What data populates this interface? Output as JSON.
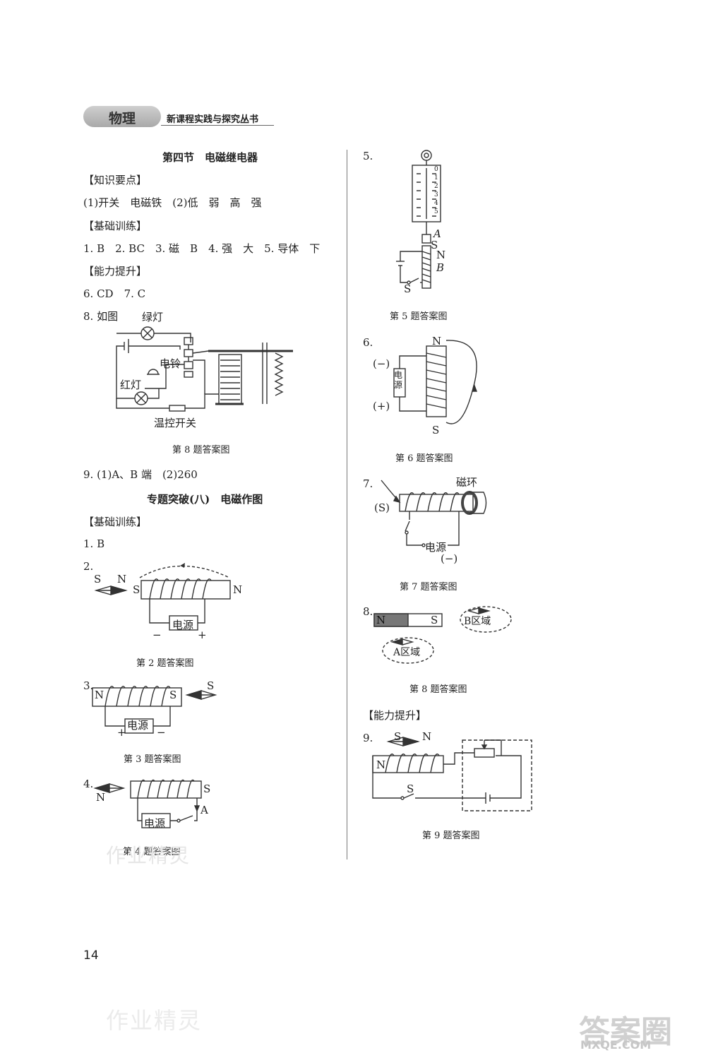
{
  "header": {
    "subject": "物理",
    "series": "新课程实践与探究丛书"
  },
  "left": {
    "section_title": "第四节　电磁继电器",
    "knowledge_head": "【知识要点】",
    "knowledge_ans": "(1)开关　电磁铁　(2)低　弱　高　强",
    "basic_head": "【基础训练】",
    "basic_ans": "1. B　2. BC　3. 磁　B　4. 强　大　5. 导体　下",
    "ability_head": "【能力提升】",
    "ability_ans": "6. CD　7. C",
    "q8_lead": "8. 如图",
    "q8_labels": {
      "green": "绿灯",
      "bell": "电铃",
      "red": "红灯",
      "switch": "温控开关"
    },
    "q8_caption": "第 8 题答案图",
    "q9_ans": "9. (1)A、B 端　(2)260",
    "topic_title": "专题突破(八)　电磁作图",
    "topic_basic_head": "【基础训练】",
    "topic_q1": "1. B",
    "q2": {
      "num": "2.",
      "s": "S",
      "n": "N",
      "left": "S",
      "right": "N",
      "power": "电源",
      "minus": "−",
      "plus": "+",
      "caption": "第 2 题答案图"
    },
    "q3": {
      "num": "3.",
      "left": "N",
      "right": "S",
      "needle": "S",
      "power": "电源",
      "plus": "+",
      "minus": "−",
      "caption": "第 3 题答案图"
    },
    "q4": {
      "num": "4.",
      "needle": "N",
      "right": "S",
      "a": "A",
      "power": "电源",
      "caption": "第 4 题答案图"
    }
  },
  "right": {
    "q5": {
      "num": "5.",
      "scale": [
        "0",
        "1",
        "2",
        "3",
        "4",
        "5"
      ],
      "a": "A",
      "s": "S",
      "n": "N",
      "b": "B",
      "switch": "S",
      "caption": "第 5 题答案图"
    },
    "q6": {
      "num": "6.",
      "n": "N",
      "s": "S",
      "minus": "(−)",
      "plus": "(+)",
      "power": "电源",
      "caption": "第 6 题答案图"
    },
    "q7": {
      "num": "7.",
      "ring": "磁环",
      "s": "(S)",
      "power": "电源",
      "minus": "(−)",
      "caption": "第 7 题答案图"
    },
    "q8": {
      "num": "8.",
      "n": "N",
      "s": "S",
      "b_region": "B区域",
      "a_region": "A区域",
      "caption": "第 8 题答案图"
    },
    "ability_head": "【能力提升】",
    "q9": {
      "num": "9.",
      "s": "S",
      "n": "N",
      "core": "N",
      "switch": "S",
      "caption": "第 9 题答案图"
    }
  },
  "page_number": "14",
  "watermarks": {
    "w1": "作业精灵",
    "w2": "作业精灵",
    "w3": "答案圈",
    "w4": "MXQE.COM"
  }
}
